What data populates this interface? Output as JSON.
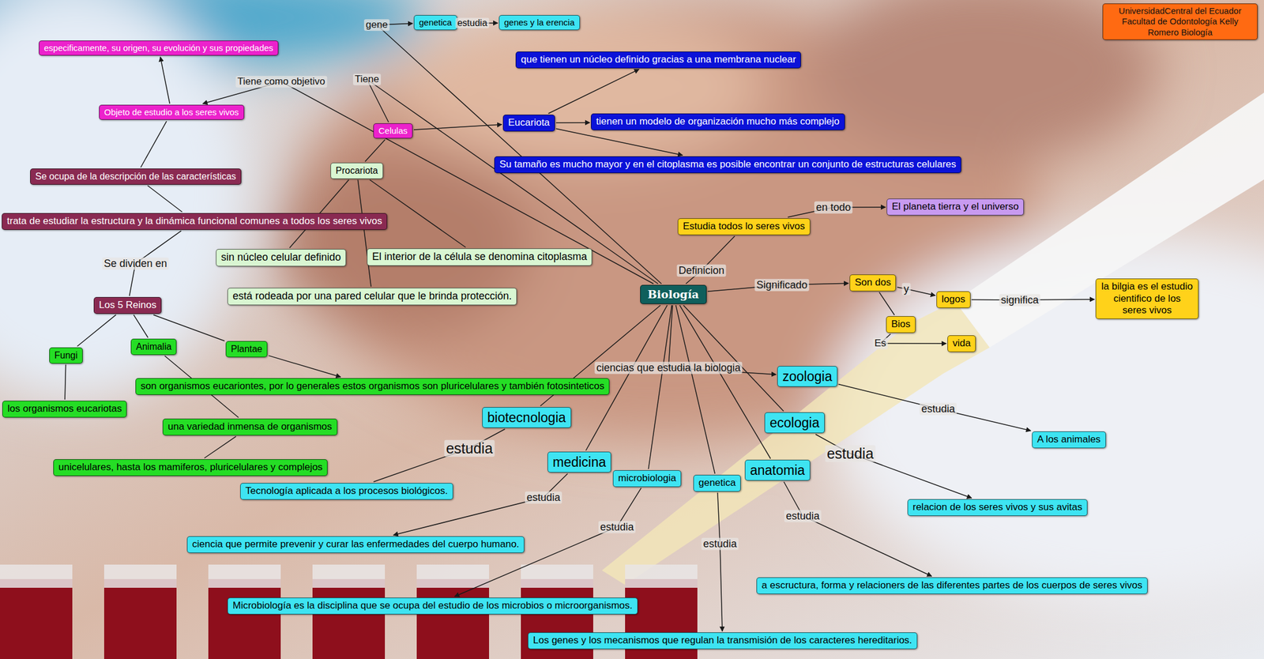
{
  "diagram": {
    "nodes": [
      {
        "text": [
          "UniversidadCentral del Ecuador Facultad de Odontología Kelly Romero Biología"
        ]
      },
      {
        "text": [
          "genetica"
        ]
      },
      {
        "text": [
          "genes y la erencia"
        ]
      },
      {
        "text": [
          "especificamente, su origen, su evolución y sus propiedades"
        ]
      },
      {
        "text": [
          "que tienen un núcleo definido gracias a una membrana nuclear"
        ]
      },
      {
        "text": [
          "Objeto de estudio a los seres vivos"
        ]
      },
      {
        "text": [
          "Celulas"
        ]
      },
      {
        "text": [
          "Eucariota"
        ]
      },
      {
        "text": [
          "tienen un modelo de organización mucho más complejo"
        ]
      },
      {
        "text": [
          "Su tamaño es mucho mayor y en el citoplasma es posible encontrar un conjunto de estructuras celulares"
        ]
      },
      {
        "text": [
          "Se ocupa de la descripción de las características"
        ]
      },
      {
        "text": [
          "Procariota"
        ]
      },
      {
        "text": [
          "El planeta tierra y el universo"
        ]
      },
      {
        "text": [
          "Estudia todos lo seres vivos"
        ]
      },
      {
        "text": [
          "trata de estudiar la estructura y la dinámica funcional comunes a todos los seres vivos"
        ]
      },
      {
        "text": [
          "sin núcleo celular definido"
        ]
      },
      {
        "text": [
          "El interior de la célula se denomina citoplasma"
        ]
      },
      {
        "text": [
          "Son dos"
        ]
      },
      {
        "text": [
          "la bilgia es el estudio cientifico de los seres vivos"
        ]
      },
      {
        "text": [
          "Biología"
        ]
      },
      {
        "text": [
          "logos"
        ]
      },
      {
        "text": [
          "está rodeada por una pared celular que le brinda protección."
        ]
      },
      {
        "text": [
          "Los 5 Reinos"
        ]
      },
      {
        "text": [
          "Bios"
        ]
      },
      {
        "text": [
          "vida"
        ]
      },
      {
        "text": [
          "Animalia"
        ]
      },
      {
        "text": [
          "Plantae"
        ]
      },
      {
        "text": [
          "Fungi"
        ]
      },
      {
        "text": [
          "zoologia"
        ]
      },
      {
        "text": [
          "son organismos eucariontes, por lo generales estos organismos son pluricelulares y también fotosinteticos"
        ]
      },
      {
        "text": [
          "los organismos eucariotas"
        ]
      },
      {
        "text": [
          "biotecnologia"
        ]
      },
      {
        "text": [
          "ecologia"
        ]
      },
      {
        "text": [
          "una variedad inmensa de organismos"
        ]
      },
      {
        "text": [
          "A los animales"
        ]
      },
      {
        "text": [
          "medicina"
        ]
      },
      {
        "text": [
          "unicelulares, hasta los mamiferos, pluricelulares y complejos"
        ]
      },
      {
        "text": [
          "anatomia"
        ]
      },
      {
        "text": [
          "microbiologia"
        ]
      },
      {
        "text": [
          "genetica"
        ]
      },
      {
        "text": [
          "Tecnología aplicada a los procesos biológicos."
        ]
      },
      {
        "text": [
          "relacion de los seres vivos y sus avitas"
        ]
      },
      {
        "text": [
          "ciencia que permite prevenir y curar las enfermedades del cuerpo humano."
        ]
      },
      {
        "text": [
          "a escructura, forma y relacioners de las diferentes partes de los cuerpos de seres vivos"
        ]
      },
      {
        "text": [
          "Microbiología es la disciplina que se ocupa del estudio de los microbios o microorganismos."
        ]
      },
      {
        "text": [
          "Los genes y los mecanismos que regulan la transmisión de los caracteres hereditarios."
        ]
      }
    ],
    "edges": [
      {
        "from": 19,
        "to": 1,
        "label": "gene",
        "arrow": "to"
      },
      {
        "from": 1,
        "to": 2,
        "label": "estudia",
        "arrow": "to"
      },
      {
        "from": 19,
        "to": 5,
        "label": "Tiene como objetivo",
        "arrow": "to"
      },
      {
        "from": 5,
        "to": 3,
        "arrow": "to"
      },
      {
        "from": 5,
        "to": 10,
        "arrow": "none"
      },
      {
        "from": 10,
        "to": 14,
        "arrow": "none"
      },
      {
        "from": 14,
        "to": 22,
        "label": "Se dividen en",
        "arrow": "none"
      },
      {
        "from": 19,
        "to": 6,
        "label": "Tiene",
        "arrow": "none"
      },
      {
        "from": 6,
        "to": 7,
        "arrow": "to"
      },
      {
        "from": 6,
        "to": 11,
        "arrow": "none"
      },
      {
        "from": 7,
        "to": 4,
        "arrow": "to"
      },
      {
        "from": 7,
        "to": 8,
        "arrow": "to"
      },
      {
        "from": 7,
        "to": 9,
        "arrow": "to"
      },
      {
        "from": 11,
        "to": 15,
        "arrow": "none"
      },
      {
        "from": 11,
        "to": 16,
        "arrow": "none"
      },
      {
        "from": 11,
        "to": 21,
        "arrow": "none"
      },
      {
        "from": 19,
        "to": 13,
        "label": "Definicion",
        "arrow": "none"
      },
      {
        "from": 13,
        "to": 12,
        "label": "en todo",
        "arrow": "to"
      },
      {
        "from": 19,
        "to": 17,
        "label": "Significado",
        "arrow": "to"
      },
      {
        "from": 17,
        "to": 20,
        "label": "y",
        "arrow": "to"
      },
      {
        "from": 17,
        "to": 23,
        "arrow": "none"
      },
      {
        "from": 20,
        "to": 18,
        "label": "significa",
        "arrow": "to"
      },
      {
        "from": 23,
        "to": 24,
        "label": "Es",
        "arrow": "to"
      },
      {
        "from": 22,
        "to": 27,
        "arrow": "none"
      },
      {
        "from": 22,
        "to": 25,
        "arrow": "none"
      },
      {
        "from": 22,
        "to": 26,
        "arrow": "none"
      },
      {
        "from": 27,
        "to": 30,
        "arrow": "none"
      },
      {
        "from": 26,
        "to": 29,
        "arrow": "to"
      },
      {
        "from": 25,
        "to": 33,
        "arrow": "none"
      },
      {
        "from": 33,
        "to": 36,
        "arrow": "none"
      },
      {
        "from": 19,
        "to": 28,
        "label": "ciencias que estudia la biologia",
        "arrow": "to"
      },
      {
        "from": 19,
        "to": 31,
        "arrow": "none"
      },
      {
        "from": 19,
        "to": 32,
        "arrow": "none"
      },
      {
        "from": 19,
        "to": 35,
        "arrow": "none"
      },
      {
        "from": 19,
        "to": 37,
        "arrow": "none"
      },
      {
        "from": 19,
        "to": 38,
        "arrow": "none"
      },
      {
        "from": 19,
        "to": 39,
        "arrow": "none"
      },
      {
        "from": 28,
        "to": 34,
        "label": "estudia",
        "arrow": "to"
      },
      {
        "from": 31,
        "to": 40,
        "label": "estudia",
        "arrow": "none"
      },
      {
        "from": 32,
        "to": 41,
        "label": "estudia",
        "arrow": "to"
      },
      {
        "from": 35,
        "to": 42,
        "label": "estudia",
        "arrow": "to"
      },
      {
        "from": 38,
        "to": 44,
        "label": "estudia",
        "arrow": "to"
      },
      {
        "from": 37,
        "to": 43,
        "label": "estudia",
        "arrow": "to"
      },
      {
        "from": 39,
        "to": 45,
        "label": "estudia",
        "arrow": "to"
      }
    ]
  }
}
